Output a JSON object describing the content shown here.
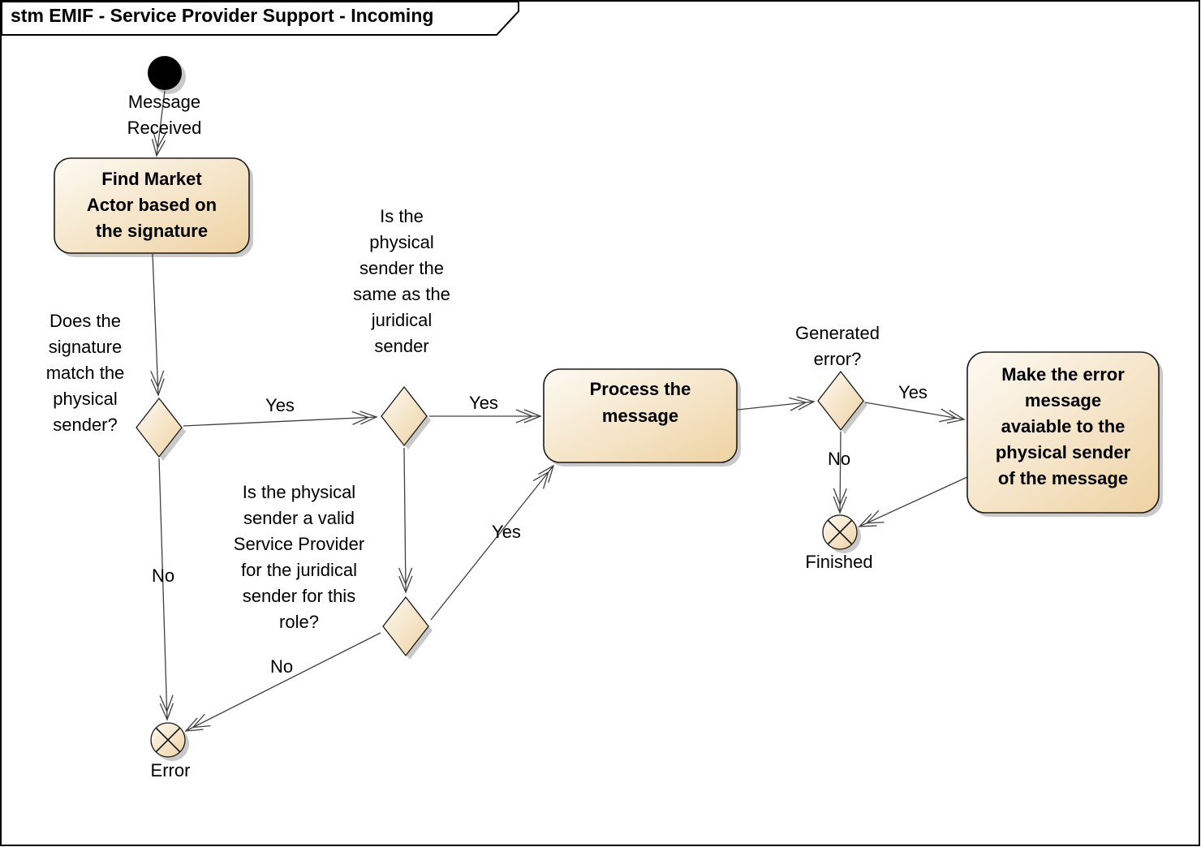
{
  "frame": {
    "title": "stm EMIF - Service Provider Support - Incoming"
  },
  "colors": {
    "node_fill_light": "#fdfaf3",
    "node_fill_dark": "#eed2a2",
    "line": "#404040",
    "border": "#1a1a1a",
    "shadow": "#c9c9c9",
    "bg": "#ffffff"
  },
  "nodes": {
    "initial": {
      "label": "Message\nReceived"
    },
    "find_market_actor": {
      "label": "Find Market\nActor based on\nthe signature"
    },
    "q_signature_match": {
      "label": "Does the\nsignature\nmatch the\nphysical\nsender?"
    },
    "q_same_sender": {
      "label": "Is the\nphysical\nsender the\nsame as the\njuridical\nsender"
    },
    "q_valid_provider": {
      "label": "Is the physical\nsender a valid\nService Provider\nfor the juridical\nsender for this\nrole?"
    },
    "process_message": {
      "label": "Process the\nmessage"
    },
    "q_generated_error": {
      "label": "Generated\nerror?"
    },
    "make_error_available": {
      "label": "Make the error\nmessage\navaiable to the\nphysical sender\nof the message"
    },
    "finished": {
      "label": "Finished"
    },
    "error": {
      "label": "Error"
    }
  },
  "edge_labels": {
    "yes_match": "Yes",
    "no_match": "No",
    "yes_same": "Yes",
    "yes_valid": "Yes",
    "no_valid": "No",
    "yes_generated": "Yes",
    "no_generated": "No"
  }
}
